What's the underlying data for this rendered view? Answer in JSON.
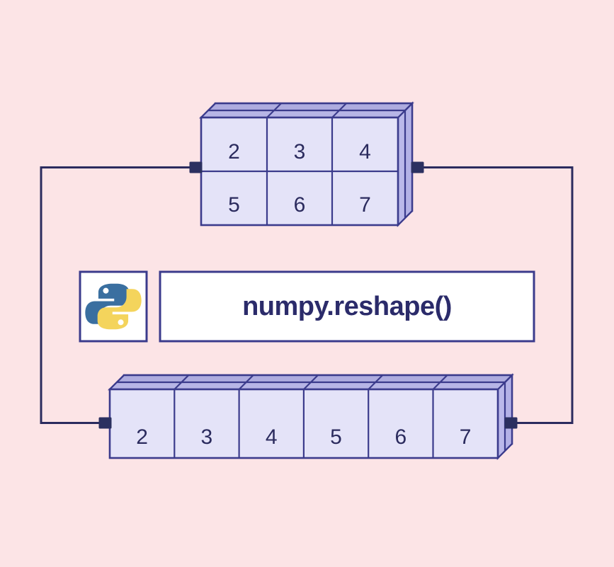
{
  "diagram": {
    "title": "numpy.reshape()",
    "background_color": "#fce4e6",
    "ink_color": "#2b2b5e",
    "face_front_color": "#e4e3f8",
    "face_top_color": "#b0aee4",
    "face_side_color": "#b0aee4",
    "operation_label": "numpy.reshape()",
    "python_icon_name": "python-logo-icon"
  },
  "arrays": {
    "reshaped_2d": {
      "name": "reshaped-2d-array",
      "rows": 2,
      "cols": 3,
      "values": [
        [
          "2",
          "3",
          "4"
        ],
        [
          "5",
          "6",
          "7"
        ]
      ]
    },
    "original_1d": {
      "name": "original-1d-array",
      "rows": 1,
      "cols": 6,
      "values": [
        [
          "2",
          "3",
          "4",
          "5",
          "6",
          "7"
        ]
      ]
    }
  },
  "connectors": {
    "top_left_port": "top-array-left-port",
    "top_right_port": "top-array-right-port",
    "bottom_left_port": "bottom-array-left-port",
    "bottom_right_port": "bottom-array-right-port",
    "left_wire": "left-connection-wire",
    "right_wire": "right-connection-wire"
  },
  "python_logo": {
    "blue": "#3a6fa0",
    "yellow": "#f4d45c"
  }
}
